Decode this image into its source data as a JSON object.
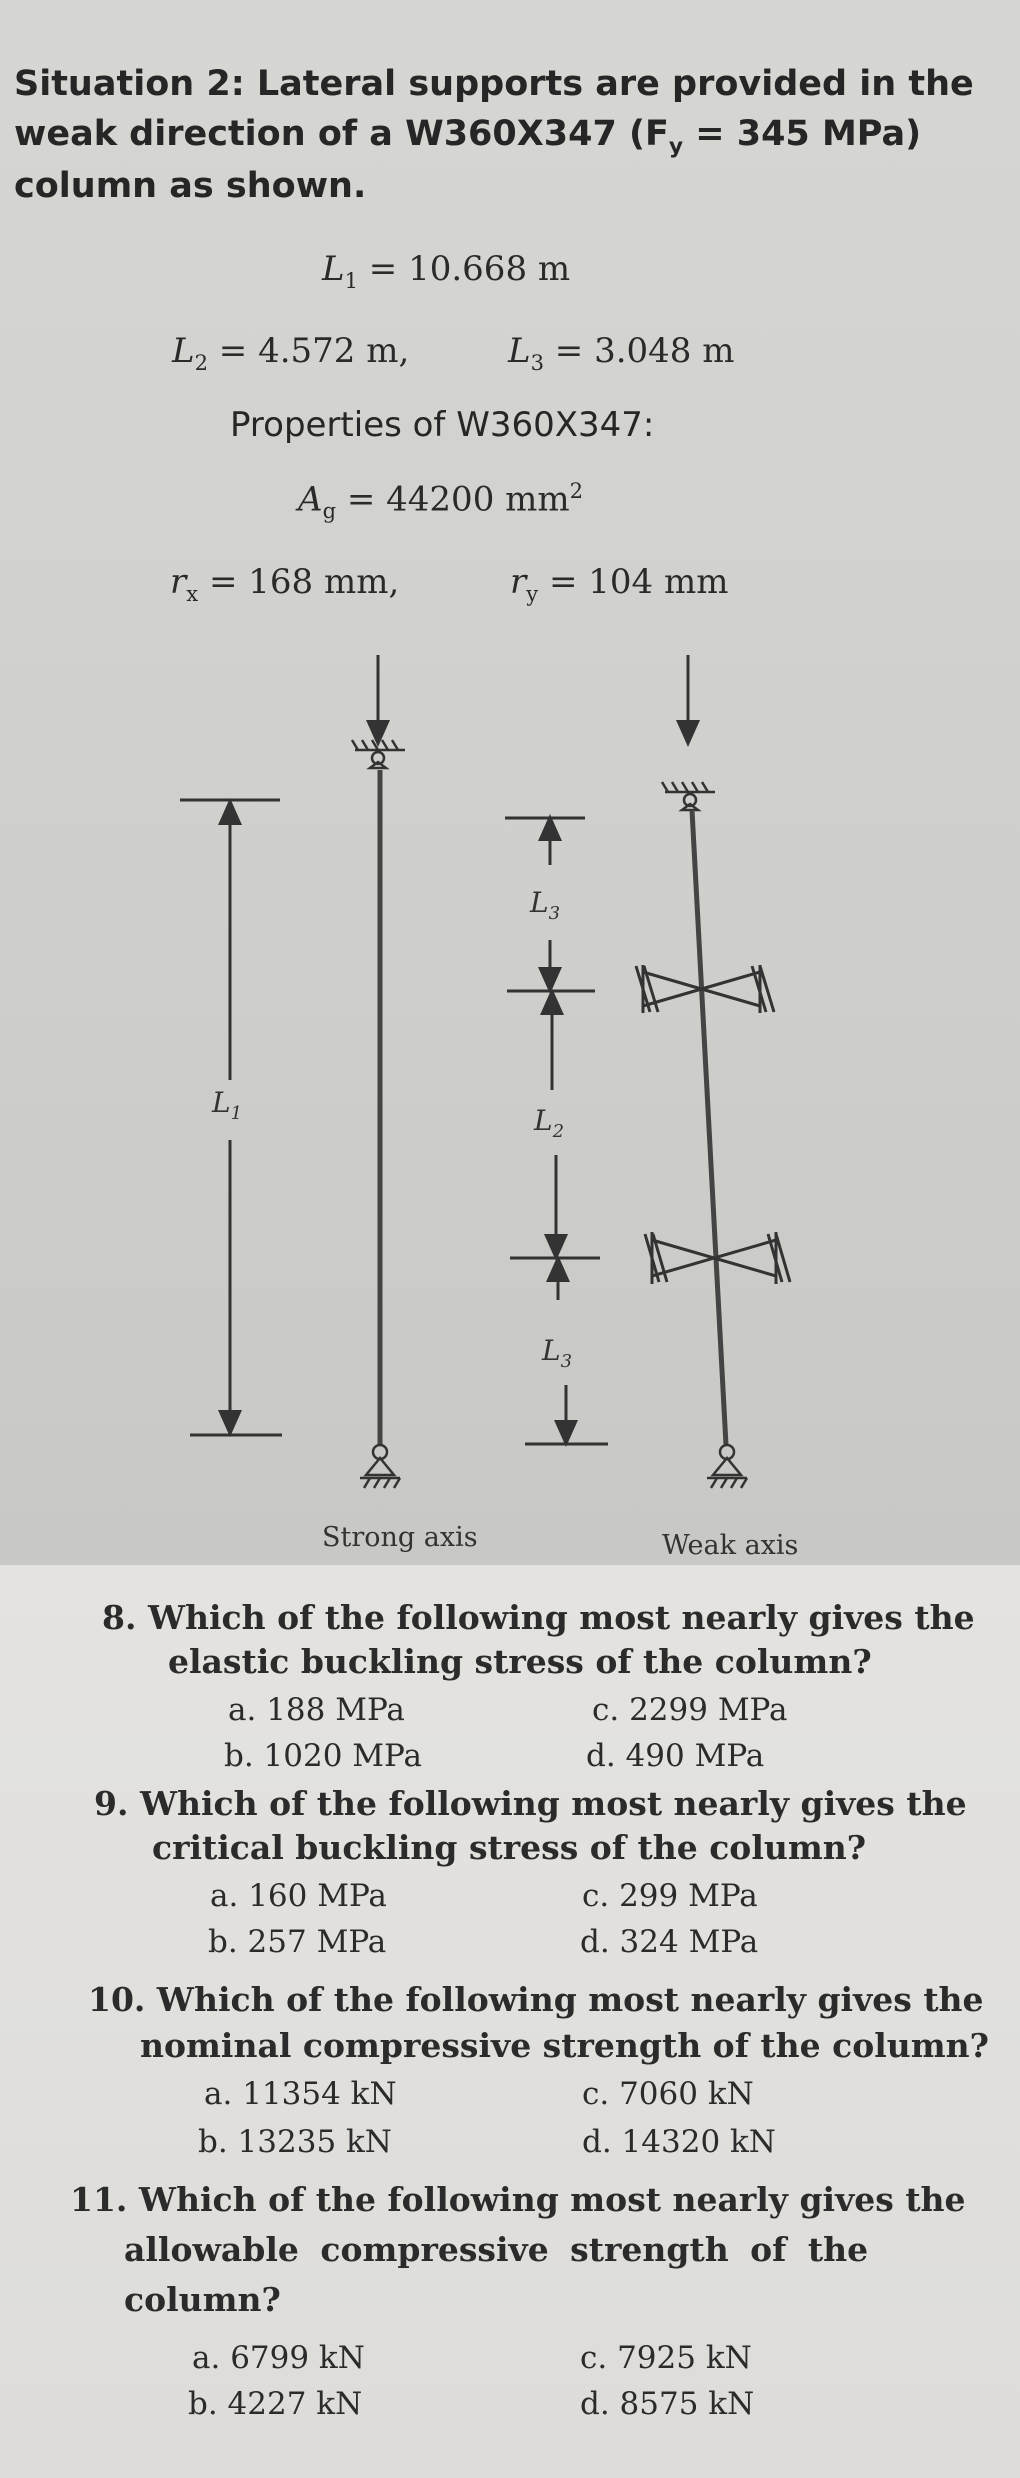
{
  "intro": {
    "line1": "Situation 2: Lateral supports are provided in the",
    "line2": "weak direction of a W360X347 (F",
    "line2_sub": "y",
    "line2_end": " = 345 MPa)",
    "line3": "column as shown."
  },
  "lengths": {
    "L1_label": "L",
    "L1_sub": "1",
    "L1_value": " = 10.668 m",
    "L2_label": "L",
    "L2_sub": "2",
    "L2_value": " = 4.572 m,",
    "L3_label": "L",
    "L3_sub": "3",
    "L3_value": " = 3.048 m"
  },
  "properties": {
    "heading": "Properties of W360X347:",
    "ag_label": "A",
    "ag_sub": "g",
    "ag_value": " = 44200 mm",
    "ag_sup": "2",
    "rx_label": "r",
    "rx_sub": "x",
    "rx_value": " = 168 mm,",
    "ry_label": "r",
    "ry_sub": "y",
    "ry_value": " = 104 mm"
  },
  "diagram": {
    "strong_caption": "Strong axis",
    "weak_caption": "Weak axis",
    "dim_L1": "L",
    "dim_L1_sub": "1",
    "dim_L2": "L",
    "dim_L2_sub": "2",
    "dim_L3_top": "L",
    "dim_L3_top_sub": "3",
    "dim_L3_bottom": "L",
    "dim_L3_bottom_sub": "3"
  },
  "questions": [
    {
      "line1": "8.  Which of the following most nearly gives the",
      "line2": "elastic buckling stress of the column?",
      "options": [
        "a.  188 MPa",
        "b.  1020 MPa",
        "c. 2299 MPa",
        "d. 490 MPa"
      ]
    },
    {
      "line1": "9.  Which of the following most nearly gives the",
      "line2": "critical buckling stress of the column?",
      "options": [
        "a.  160 MPa",
        "b.  257 MPa",
        "c. 299 MPa",
        "d. 324 MPa"
      ]
    },
    {
      "line1": "10. Which of the following most nearly gives the",
      "line2": "nominal compressive strength of the column?",
      "options": [
        "a.  11354 kN",
        "b.  13235 kN",
        "c. 7060 kN",
        "d. 14320 kN"
      ]
    },
    {
      "line1": "11. Which of the following most nearly gives the",
      "line2": "allowable  compressive  strength  of  the",
      "line3": "column?",
      "options": [
        "a.  6799 kN",
        "b.  4227 kN",
        "c. 7925 kN",
        "d. 8575 kN"
      ]
    }
  ]
}
